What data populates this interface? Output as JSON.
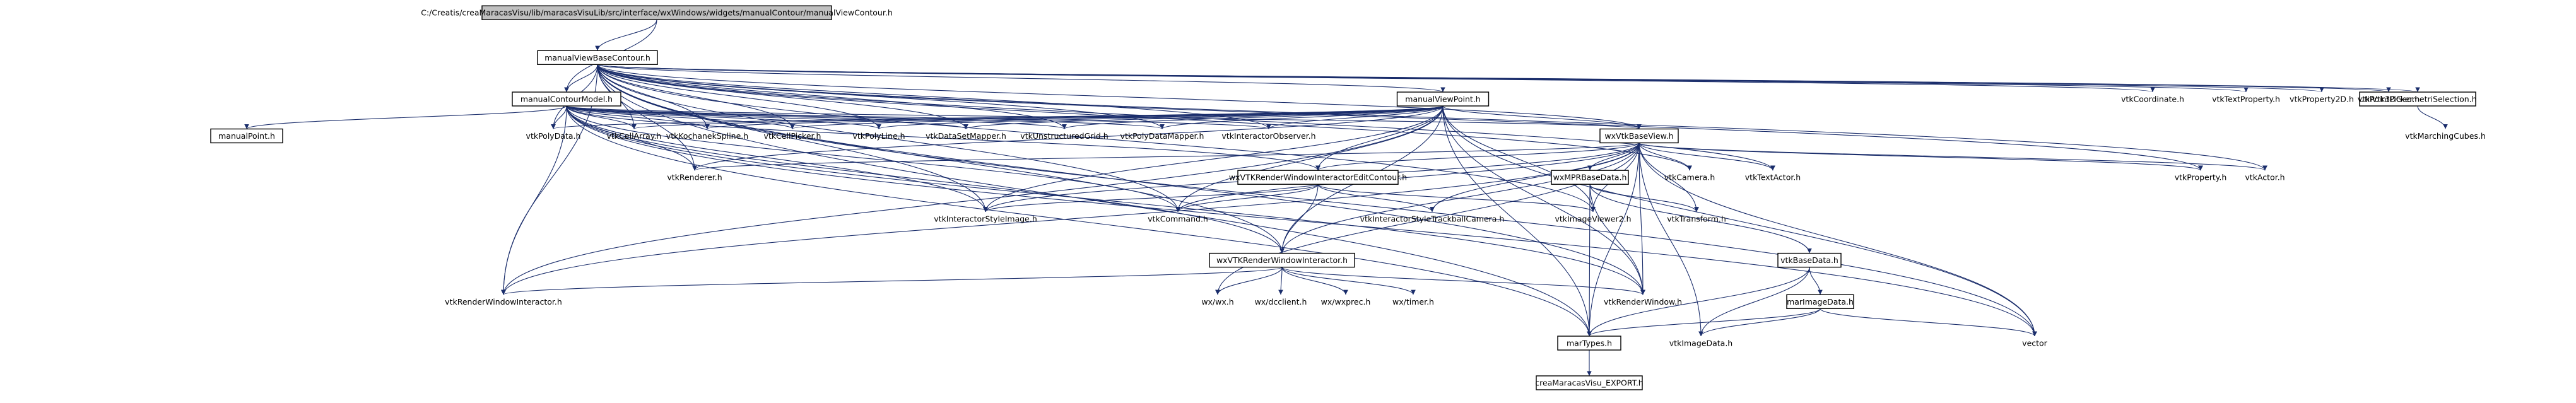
{
  "diagram": {
    "title": "",
    "colors": {
      "edge": "#1a2d6b",
      "root_fill": "#c0c0c0",
      "node_fill": "#ffffff",
      "border": "#000000"
    },
    "nodes": [
      {
        "id": "root",
        "label": "C:/Creatis/creaMaracasVisu/lib/maracasVisuLib/src/interface/wxWindows/widgets/manualContour/manualViewContour.h",
        "root": true
      },
      {
        "id": "mvbc",
        "label": "manualViewBaseContour.h",
        "boxed": true
      },
      {
        "id": "mcm",
        "label": "manualContourModel.h",
        "boxed": true
      },
      {
        "id": "mvp",
        "label": "manualViewPoint.h",
        "boxed": true
      },
      {
        "id": "ut3d",
        "label": "UtilVtk3DGeometriSelection.h",
        "boxed": true
      },
      {
        "id": "mpt",
        "label": "manualPoint.h",
        "boxed": true
      },
      {
        "id": "wxbv",
        "label": "wxVtkBaseView.h",
        "boxed": true
      },
      {
        "id": "wxrwiec",
        "label": "wxVTKRenderWindowInteractorEditContour.h",
        "boxed": true
      },
      {
        "id": "wxmpr",
        "label": "wxMPRBaseData.h",
        "boxed": true
      },
      {
        "id": "wxrwi",
        "label": "wxVTKRenderWindowInteractor.h",
        "boxed": true
      },
      {
        "id": "vbd",
        "label": "vtkBaseData.h",
        "boxed": true
      },
      {
        "id": "mid",
        "label": "marImageData.h",
        "boxed": true
      },
      {
        "id": "mtyp",
        "label": "marTypes.h",
        "boxed": true
      },
      {
        "id": "cexp",
        "label": "creaMaracasVisu_EXPORT.h",
        "boxed": true
      },
      {
        "id": "coord",
        "label": "vtkCoordinate.h"
      },
      {
        "id": "tprop",
        "label": "vtkTextProperty.h"
      },
      {
        "id": "p2d",
        "label": "vtkProperty2D.h"
      },
      {
        "id": "ppick",
        "label": "vtkPointPicker.h"
      },
      {
        "id": "mcubes",
        "label": "vtkMarchingCubes.h"
      },
      {
        "id": "pdata",
        "label": "vtkPolyData.h"
      },
      {
        "id": "carr",
        "label": "vtkCellArray.h"
      },
      {
        "id": "kspl",
        "label": "vtkKochanekSpline.h"
      },
      {
        "id": "cpick",
        "label": "vtkCellPicker.h"
      },
      {
        "id": "pline",
        "label": "vtkPolyLine.h"
      },
      {
        "id": "dsmap",
        "label": "vtkDataSetMapper.h"
      },
      {
        "id": "ugrid",
        "label": "vtkUnstructuredGrid.h"
      },
      {
        "id": "pdmap",
        "label": "vtkPolyDataMapper.h"
      },
      {
        "id": "iobs",
        "label": "vtkInteractorObserver.h"
      },
      {
        "id": "rend",
        "label": "vtkRenderer.h"
      },
      {
        "id": "cam",
        "label": "vtkCamera.h"
      },
      {
        "id": "tact",
        "label": "vtkTextActor.h"
      },
      {
        "id": "prop",
        "label": "vtkProperty.h"
      },
      {
        "id": "act",
        "label": "vtkActor.h"
      },
      {
        "id": "isi",
        "label": "vtkInteractorStyleImage.h"
      },
      {
        "id": "cmd",
        "label": "vtkCommand.h"
      },
      {
        "id": "istc",
        "label": "vtkInteractorStyleTrackballCamera.h"
      },
      {
        "id": "iv2",
        "label": "vtkImageViewer2.h"
      },
      {
        "id": "xf",
        "label": "vtkTransform.h"
      },
      {
        "id": "rwi",
        "label": "vtkRenderWindowInteractor.h"
      },
      {
        "id": "wxwx",
        "label": "wx/wx.h"
      },
      {
        "id": "wxdc",
        "label": "wx/dcclient.h"
      },
      {
        "id": "wxprec",
        "label": "wx/wxprec.h"
      },
      {
        "id": "wxtimer",
        "label": "wx/timer.h"
      },
      {
        "id": "rwin",
        "label": "vtkRenderWindow.h"
      },
      {
        "id": "imdata",
        "label": "vtkImageData.h"
      },
      {
        "id": "vec",
        "label": "vector"
      }
    ],
    "edges": [
      [
        "root",
        "mvbc"
      ],
      [
        "root",
        "mcm"
      ],
      [
        "mvbc",
        "mcm"
      ],
      [
        "mvbc",
        "mvp"
      ],
      [
        "mvbc",
        "ut3d"
      ],
      [
        "mvbc",
        "coord"
      ],
      [
        "mvbc",
        "tprop"
      ],
      [
        "mvbc",
        "p2d"
      ],
      [
        "mvbc",
        "ppick"
      ],
      [
        "mvbc",
        "pdata"
      ],
      [
        "mvbc",
        "carr"
      ],
      [
        "mvbc",
        "kspl"
      ],
      [
        "mvbc",
        "cpick"
      ],
      [
        "mvbc",
        "pline"
      ],
      [
        "mvbc",
        "dsmap"
      ],
      [
        "mvbc",
        "ugrid"
      ],
      [
        "mvbc",
        "pdmap"
      ],
      [
        "mvbc",
        "iobs"
      ],
      [
        "mvbc",
        "wxbv"
      ],
      [
        "mvbc",
        "rend"
      ],
      [
        "mvbc",
        "cam"
      ],
      [
        "mvbc",
        "tact"
      ],
      [
        "mvbc",
        "prop"
      ],
      [
        "mvbc",
        "act"
      ],
      [
        "mvbc",
        "isi"
      ],
      [
        "mvbc",
        "cmd"
      ],
      [
        "mvbc",
        "iv2"
      ],
      [
        "mvbc",
        "rwi"
      ],
      [
        "mvbc",
        "rwin"
      ],
      [
        "mvbc",
        "mtyp"
      ],
      [
        "mvbc",
        "vec"
      ],
      [
        "mvbc",
        "wxrwi"
      ],
      [
        "ut3d",
        "mcubes"
      ],
      [
        "mcm",
        "mpt"
      ],
      [
        "mcm",
        "pdata"
      ],
      [
        "mcm",
        "carr"
      ],
      [
        "mcm",
        "kspl"
      ],
      [
        "mcm",
        "cpick"
      ],
      [
        "mcm",
        "pline"
      ],
      [
        "mcm",
        "dsmap"
      ],
      [
        "mcm",
        "ugrid"
      ],
      [
        "mcm",
        "pdmap"
      ],
      [
        "mcm",
        "iobs"
      ],
      [
        "mcm",
        "wxbv"
      ],
      [
        "mcm",
        "rend"
      ],
      [
        "mcm",
        "isi"
      ],
      [
        "mcm",
        "cmd"
      ],
      [
        "mcm",
        "wxrwi"
      ],
      [
        "mcm",
        "rwi"
      ],
      [
        "mcm",
        "mtyp"
      ],
      [
        "mcm",
        "vec"
      ],
      [
        "mcm",
        "rwin"
      ],
      [
        "mcm",
        "wxrwiec"
      ],
      [
        "mvp",
        "pdata"
      ],
      [
        "mvp",
        "carr"
      ],
      [
        "mvp",
        "kspl"
      ],
      [
        "mvp",
        "cpick"
      ],
      [
        "mvp",
        "pline"
      ],
      [
        "mvp",
        "dsmap"
      ],
      [
        "mvp",
        "ugrid"
      ],
      [
        "mvp",
        "pdmap"
      ],
      [
        "mvp",
        "iobs"
      ],
      [
        "mvp",
        "wxbv"
      ],
      [
        "mvp",
        "rend"
      ],
      [
        "mvp",
        "isi"
      ],
      [
        "mvp",
        "cmd"
      ],
      [
        "mvp",
        "wxrwiec"
      ],
      [
        "mvp",
        "wxrwi"
      ],
      [
        "mvp",
        "rwi"
      ],
      [
        "mvp",
        "mtyp"
      ],
      [
        "mvp",
        "vec"
      ],
      [
        "mvp",
        "rwin"
      ],
      [
        "mvp",
        "iv2"
      ],
      [
        "wxbv",
        "wxrwiec"
      ],
      [
        "wxbv",
        "wxmpr"
      ],
      [
        "wxbv",
        "wxrwi"
      ],
      [
        "wxbv",
        "cam"
      ],
      [
        "wxbv",
        "tact"
      ],
      [
        "wxbv",
        "prop"
      ],
      [
        "wxbv",
        "act"
      ],
      [
        "wxbv",
        "rend"
      ],
      [
        "wxbv",
        "isi"
      ],
      [
        "wxbv",
        "cmd"
      ],
      [
        "wxbv",
        "istc"
      ],
      [
        "wxbv",
        "iv2"
      ],
      [
        "wxbv",
        "rwi"
      ],
      [
        "wxbv",
        "rwin"
      ],
      [
        "wxbv",
        "mtyp"
      ],
      [
        "wxbv",
        "vec"
      ],
      [
        "wxbv",
        "wxwx"
      ],
      [
        "wxbv",
        "xf"
      ],
      [
        "wxbv",
        "imdata"
      ],
      [
        "wxrwiec",
        "wxrwi"
      ],
      [
        "wxrwiec",
        "isi"
      ],
      [
        "wxrwiec",
        "cmd"
      ],
      [
        "wxrwiec",
        "istc"
      ],
      [
        "wxrwiec",
        "iv2"
      ],
      [
        "wxmpr",
        "vbd"
      ],
      [
        "wxmpr",
        "xf"
      ],
      [
        "wxmpr",
        "mtyp"
      ],
      [
        "wxmpr",
        "rwin"
      ],
      [
        "wxrwi",
        "wxwx"
      ],
      [
        "wxrwi",
        "wxdc"
      ],
      [
        "wxrwi",
        "wxprec"
      ],
      [
        "wxrwi",
        "wxtimer"
      ],
      [
        "wxrwi",
        "rwi"
      ],
      [
        "wxrwi",
        "rwin"
      ],
      [
        "vbd",
        "mid"
      ],
      [
        "vbd",
        "mtyp"
      ],
      [
        "vbd",
        "imdata"
      ],
      [
        "mid",
        "mtyp"
      ],
      [
        "mid",
        "imdata"
      ],
      [
        "mid",
        "vec"
      ],
      [
        "mtyp",
        "cexp"
      ]
    ]
  }
}
